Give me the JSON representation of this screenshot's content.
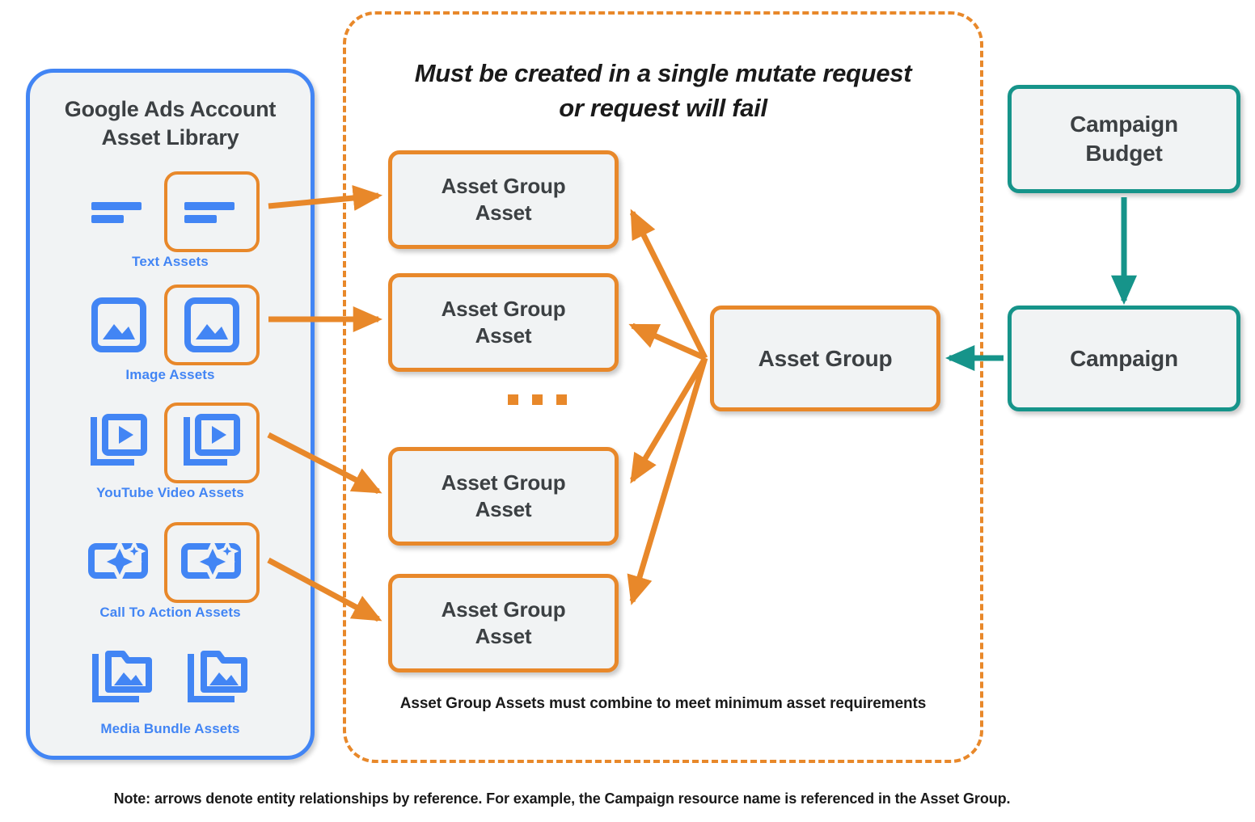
{
  "colors": {
    "orange": "#e8882a",
    "blue": "#4285f4",
    "teal": "#16948a",
    "node_fill": "#f1f3f4",
    "text_dark": "#3c4043"
  },
  "library": {
    "title_line1": "Google Ads Account",
    "title_line2": "Asset Library",
    "assets": [
      {
        "caption": "Text Assets",
        "icon": "text-lines-icon",
        "highlighted": true
      },
      {
        "caption": "Image Assets",
        "icon": "image-icon",
        "highlighted": true
      },
      {
        "caption": "YouTube Video  Assets",
        "icon": "video-stack-icon",
        "highlighted": true
      },
      {
        "caption": "Call To Action Assets",
        "icon": "cta-sparkle-icon",
        "highlighted": true
      },
      {
        "caption": "Media Bundle  Assets",
        "icon": "media-bundle-icon",
        "highlighted": false
      }
    ]
  },
  "mutate_container": {
    "heading_line1": "Must be created in a single mutate request",
    "heading_line2": "or request will fail",
    "footnote": "Asset Group Assets must combine to meet minimum asset requirements",
    "asset_group_assets": [
      {
        "label_line1": "Asset Group",
        "label_line2": "Asset"
      },
      {
        "label_line1": "Asset Group",
        "label_line2": "Asset"
      },
      {
        "label_line1": "Asset Group",
        "label_line2": "Asset"
      },
      {
        "label_line1": "Asset Group",
        "label_line2": "Asset"
      }
    ],
    "ellipsis": "..."
  },
  "nodes": {
    "asset_group": "Asset Group",
    "campaign_budget_line1": "Campaign",
    "campaign_budget_line2": "Budget",
    "campaign": "Campaign"
  },
  "page_note": "Note: arrows denote entity relationships by reference. For example, the Campaign resource name is referenced in the Asset Group."
}
